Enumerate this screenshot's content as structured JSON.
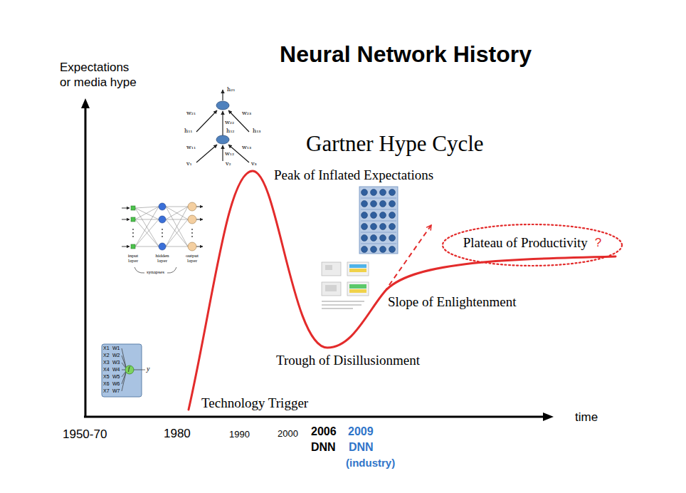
{
  "diagram": {
    "title": "Neural Network History",
    "nodes": [
      {
        "text": [
          "Plateau of Productivity",
          "?"
        ]
      }
    ],
    "labels": [
      "Expectations or media hype",
      "Gartner Hype Cycle",
      "Peak of Inflated Expectations",
      "Slope of Enlightenment",
      "Trough of Disillusionment",
      "Technology Trigger",
      "time",
      "1950-70",
      "1980",
      "1990",
      "2000",
      "2006",
      "DNN",
      "2009",
      "DNN",
      "(industry)",
      "h₂₁",
      "w₂₁",
      "w₂₂",
      "w₂₃",
      "h₁₁",
      "h₁₂",
      "h₁₃",
      "w₁₁",
      "w₁₂",
      "w₁₃",
      "v₁",
      "v₂",
      "v₃",
      "input layer",
      "hidden layer",
      "output layer",
      "synapses",
      "X1",
      "W1",
      "X2",
      "W2",
      "X3",
      "W3",
      "X4",
      "W4",
      "X5",
      "W5",
      "X6",
      "W6",
      "X7",
      "W7",
      "f",
      "y"
    ]
  }
}
